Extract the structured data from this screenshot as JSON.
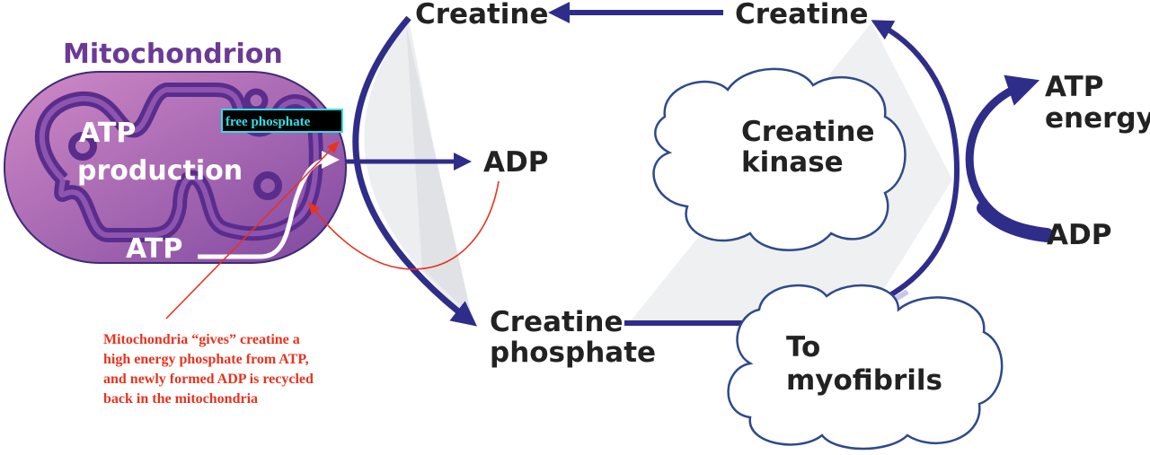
{
  "mitochondrion": {
    "title": "Mitochondrion",
    "atp_production_line1": "ATP",
    "atp_production_line2": "production",
    "atp_label": "ATP",
    "free_phosphate": "free phosphate"
  },
  "pathway": {
    "creatine_left": "Creatine",
    "creatine_right": "Creatine",
    "adp_middle": "ADP",
    "creatine_phosphate_line1": "Creatine",
    "creatine_phosphate_line2": "phosphate",
    "enzyme_line1": "Creatine",
    "enzyme_line2": "kinase",
    "atp_energy_line1": "ATP",
    "atp_energy_line2": "energy",
    "adp_right": "ADP",
    "myofibrils_line1": "To",
    "myofibrils_line2": "myofibrils"
  },
  "annotation": {
    "lines": [
      "Mitochondria “gives” creatine a",
      "high energy phosphate from ATP,",
      "and newly formed ADP is recycled",
      "back in the mitochondria"
    ]
  },
  "colors": {
    "arrow": "#2e2d8a",
    "mito_purple": "#6b3a96",
    "annotation_red": "#e8321e",
    "free_phosphate_text": "#2fe0e8"
  }
}
